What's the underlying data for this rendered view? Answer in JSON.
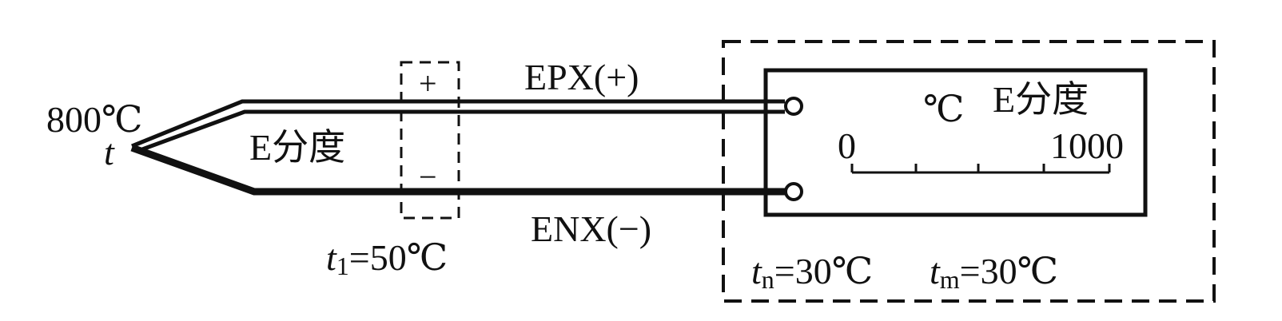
{
  "thermocouple": {
    "junction_temp": "800℃",
    "junction_symbol": "t",
    "graduation": "E分度"
  },
  "terminal_box": {
    "plus": "+",
    "minus": "−",
    "temp_symbol": "t",
    "temp_subscript": "1",
    "temp_value": "=50℃"
  },
  "wires": {
    "positive": "EPX(+)",
    "negative": "ENX(−)"
  },
  "instrument": {
    "unit": "℃",
    "graduation": "E分度",
    "scale_min": "0",
    "scale_max": "1000"
  },
  "ambient": {
    "tn_symbol": "t",
    "tn_subscript": "n",
    "tn_value": "=30℃",
    "tm_symbol": "t",
    "tm_subscript": "m",
    "tm_value": "=30℃"
  }
}
